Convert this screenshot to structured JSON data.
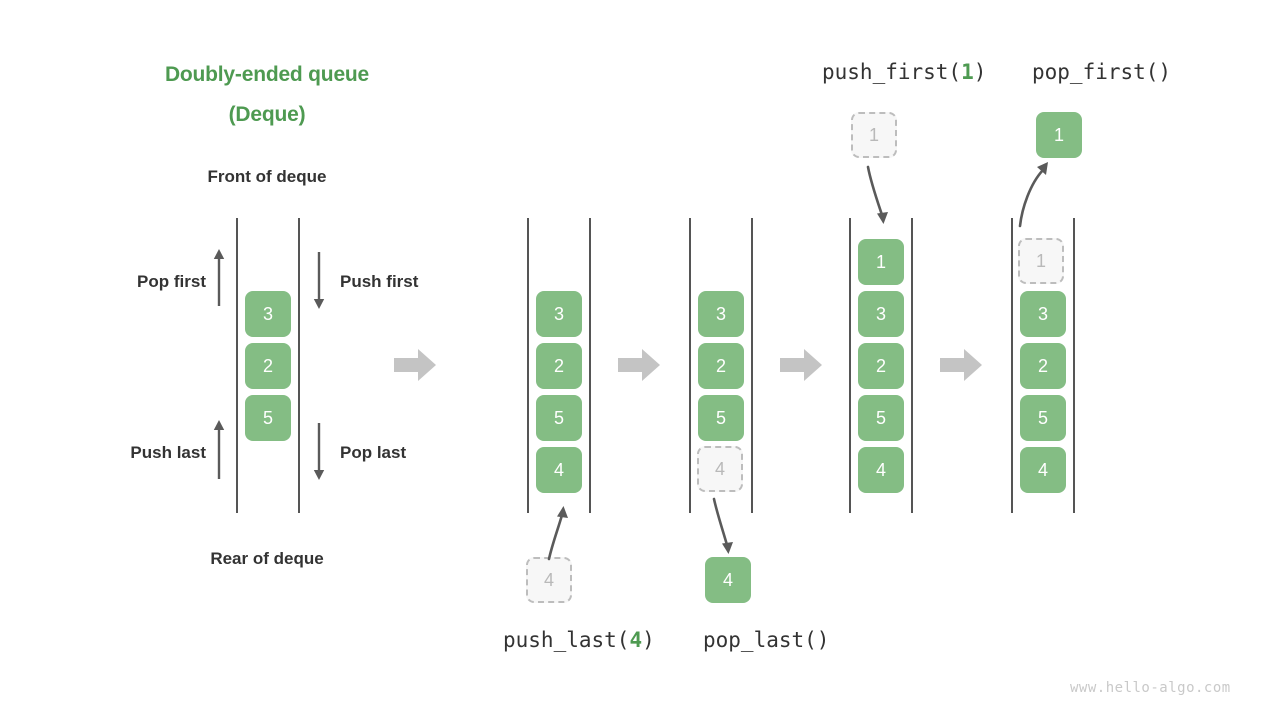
{
  "diagram": {
    "title_line1": "Doubly-ended queue",
    "title_line2": "(Deque)",
    "front_label": "Front of deque",
    "rear_label": "Rear of deque",
    "ops": {
      "pop_first": "Pop first",
      "push_first": "Push first",
      "push_last": "Push last",
      "pop_last": "Pop last"
    },
    "captions": {
      "push_first_call_pre": "push_first(",
      "push_first_call_arg": "1",
      "push_first_call_post": ")",
      "pop_first_call": "pop_first()",
      "push_last_call_pre": "push_last(",
      "push_last_call_arg": "4",
      "push_last_call_post": ")",
      "pop_last_call": "pop_last()"
    },
    "watermark": "www.hello-algo.com",
    "colors": {
      "accent_green": "#4e9a51",
      "cell_green": "#84bd84",
      "ghost_fill": "#f7f7f7",
      "ghost_border": "#bdbdbd",
      "rail": "#555555",
      "step_arrow": "#c4c4c4",
      "text_dark": "#333333",
      "watermark": "#c9c9c9"
    },
    "columns": [
      {
        "id": "col-initial",
        "cells": [
          {
            "value": "3",
            "state": "filled"
          },
          {
            "value": "2",
            "state": "filled"
          },
          {
            "value": "5",
            "state": "filled"
          }
        ]
      },
      {
        "id": "col-before-push-last",
        "cells": [
          {
            "value": "3",
            "state": "filled"
          },
          {
            "value": "2",
            "state": "filled"
          },
          {
            "value": "5",
            "state": "filled"
          },
          {
            "value": "4",
            "state": "filled"
          }
        ],
        "incoming": {
          "value": "4",
          "state": "ghost"
        }
      },
      {
        "id": "col-pop-last",
        "cells": [
          {
            "value": "3",
            "state": "filled"
          },
          {
            "value": "2",
            "state": "filled"
          },
          {
            "value": "5",
            "state": "filled"
          },
          {
            "value": "4",
            "state": "ghost"
          }
        ],
        "outgoing": {
          "value": "4",
          "state": "filled"
        }
      },
      {
        "id": "col-after-push-first",
        "cells": [
          {
            "value": "1",
            "state": "filled"
          },
          {
            "value": "3",
            "state": "filled"
          },
          {
            "value": "2",
            "state": "filled"
          },
          {
            "value": "5",
            "state": "filled"
          },
          {
            "value": "4",
            "state": "filled"
          }
        ],
        "incoming": {
          "value": "1",
          "state": "ghost"
        }
      },
      {
        "id": "col-pop-first",
        "cells": [
          {
            "value": "1",
            "state": "ghost"
          },
          {
            "value": "3",
            "state": "filled"
          },
          {
            "value": "2",
            "state": "filled"
          },
          {
            "value": "5",
            "state": "filled"
          },
          {
            "value": "4",
            "state": "filled"
          }
        ],
        "outgoing": {
          "value": "1",
          "state": "filled"
        }
      }
    ]
  }
}
